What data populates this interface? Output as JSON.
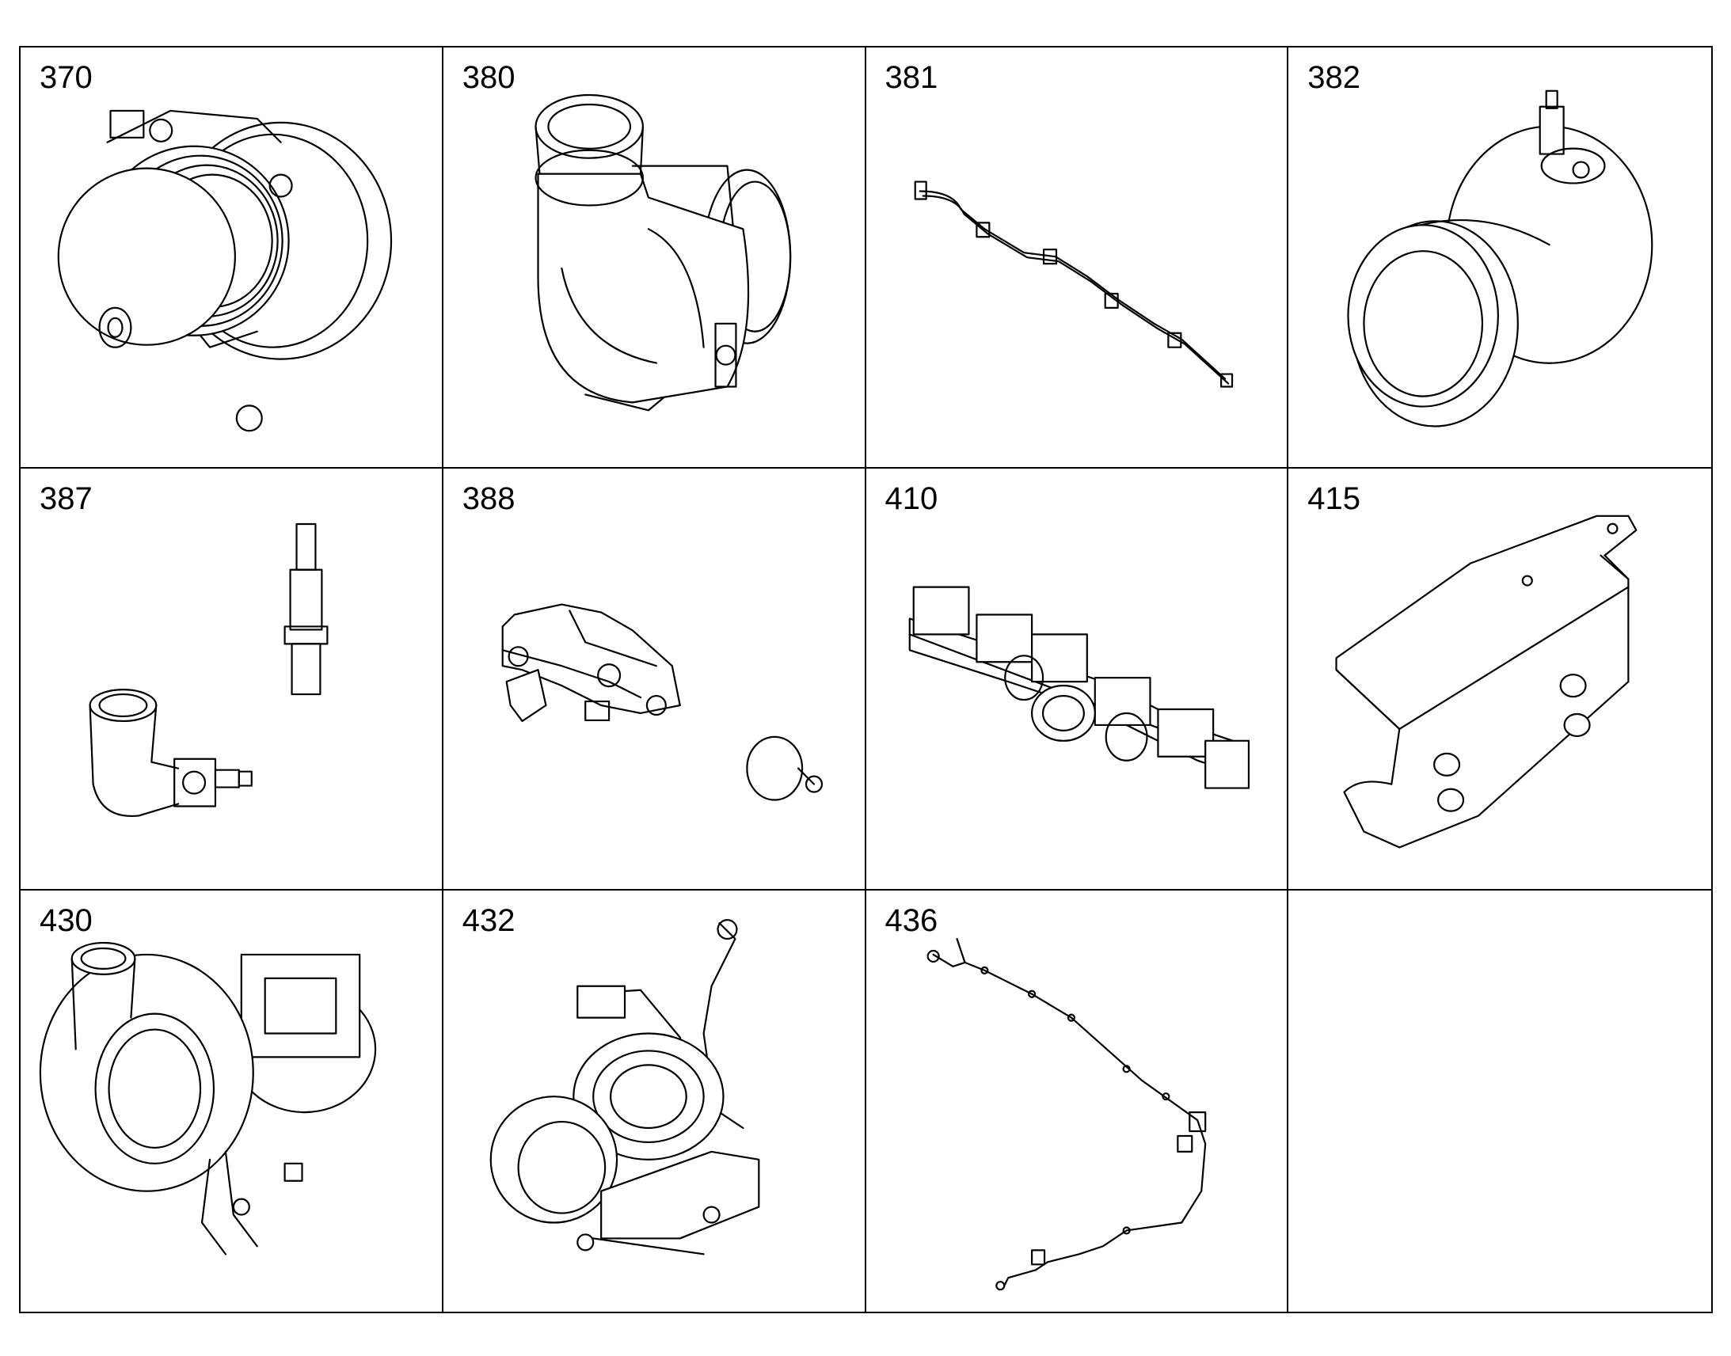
{
  "catalog": {
    "cells": [
      {
        "label": "370",
        "part_icon": "water-pump-pulley-icon"
      },
      {
        "label": "380",
        "part_icon": "turbo-outlet-elbow-icon"
      },
      {
        "label": "381",
        "part_icon": "sensor-wire-harness-icon"
      },
      {
        "label": "382",
        "part_icon": "elbow-connector-with-fitting-icon"
      },
      {
        "label": "387",
        "part_icon": "valve-and-elbow-fitting-icon"
      },
      {
        "label": "388",
        "part_icon": "egr-valve-body-icon"
      },
      {
        "label": "410",
        "part_icon": "exhaust-manifold-icon"
      },
      {
        "label": "415",
        "part_icon": "mounting-bracket-icon"
      },
      {
        "label": "430",
        "part_icon": "turbocharger-icon"
      },
      {
        "label": "432",
        "part_icon": "turbocharger-assembly-with-bracket-icon"
      },
      {
        "label": "436",
        "part_icon": "cable-harness-icon"
      },
      {
        "label": "",
        "part_icon": ""
      }
    ]
  }
}
